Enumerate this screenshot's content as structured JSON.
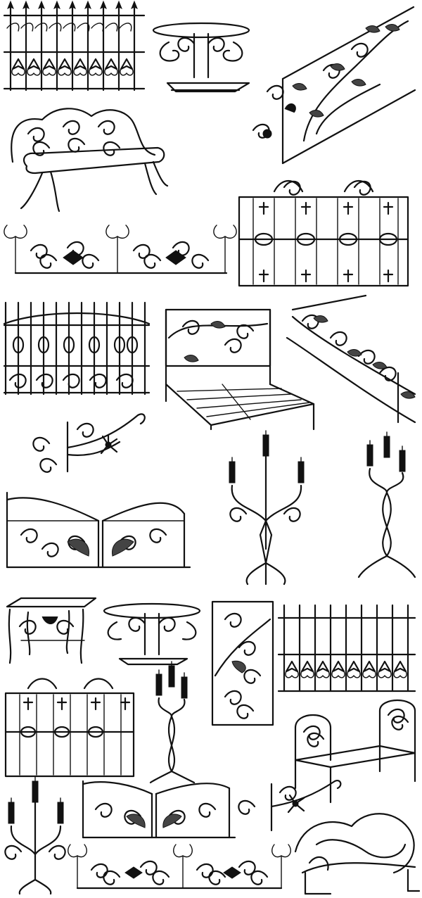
{
  "colors": {
    "background": "#ffffff",
    "ink": "#111111",
    "leaf_fill": "#444444"
  },
  "motifs": [
    "fence-panel-pickets",
    "round-table",
    "stair-railing-floral",
    "scroll-sofa",
    "scroll-border",
    "fence-panel-crosses",
    "gate-panel-arched",
    "bed-frame-vine",
    "stair-railing-scroll",
    "wall-bracket-flower",
    "gate-double-swing",
    "candelabra-three",
    "candle-stand-tall",
    "square-table",
    "round-table-small",
    "scroll-panel-vertical",
    "fence-panel-pickets-small",
    "fence-panel-crosses-small",
    "candle-stand-small",
    "bed-frame-plain",
    "candelabra-small",
    "gate-double-small",
    "wall-bracket-small",
    "scroll-border-small",
    "bed-frame-swirl"
  ]
}
